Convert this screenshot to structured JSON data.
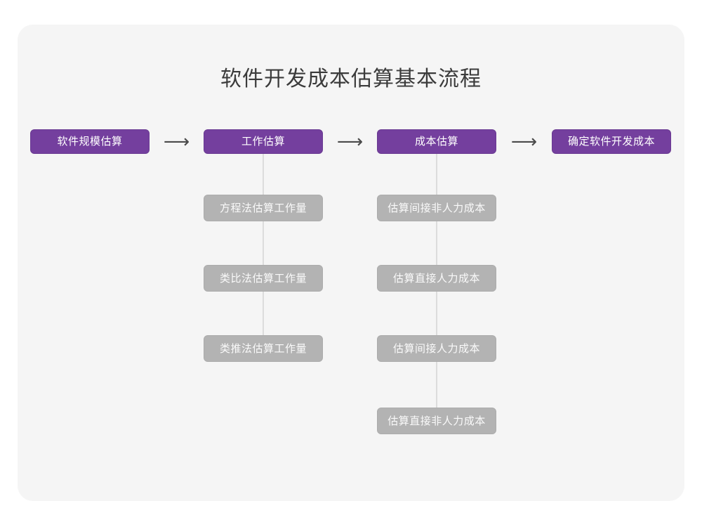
{
  "card": {
    "background": "#f5f5f5"
  },
  "title": "软件开发成本估算基本流程",
  "colors": {
    "primary": "#743f9e",
    "secondary": "#b3b3b3",
    "canvas": "#f5f5f5",
    "title_text": "#3b3b3b",
    "connector": "#dcdcdc",
    "arrow": "#4a4a4a"
  },
  "arrows": {
    "glyph": "⟶",
    "items": [
      {
        "name": "arrow-1"
      },
      {
        "name": "arrow-2"
      },
      {
        "name": "arrow-3"
      }
    ]
  },
  "flow": {
    "main_steps": [
      {
        "label": "软件规模估算"
      },
      {
        "label": "工作估算"
      },
      {
        "label": "成本估算"
      },
      {
        "label": "确定软件开发成本"
      }
    ],
    "sub_steps": {
      "工作估算": [
        {
          "label": "方程法估算工作量"
        },
        {
          "label": "类比法估算工作量"
        },
        {
          "label": "类推法估算工作量"
        }
      ],
      "成本估算": [
        {
          "label": "估算间接非人力成本"
        },
        {
          "label": "估算直接人力成本"
        },
        {
          "label": "估算间接人力成本"
        },
        {
          "label": "估算直接非人力成本"
        }
      ]
    }
  }
}
